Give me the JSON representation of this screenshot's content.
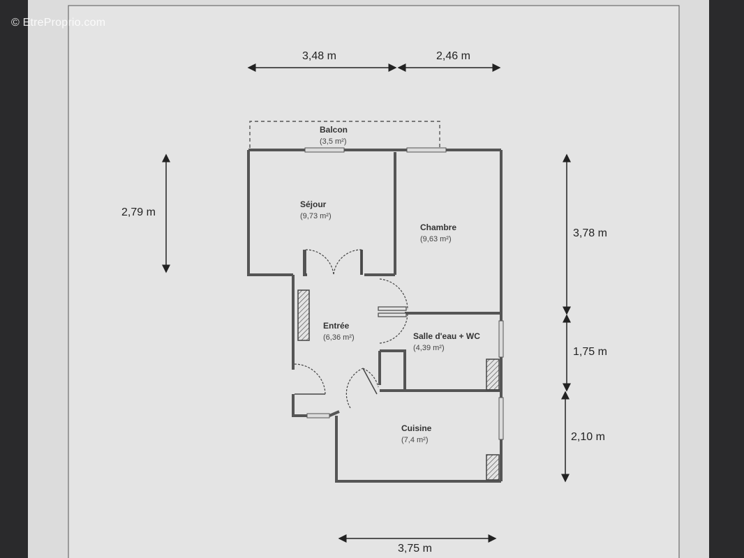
{
  "watermark": "© EtreProprio.com",
  "dimensions": {
    "top_left": "3,48 m",
    "top_right": "2,46 m",
    "left": "2,79 m",
    "right_top": "3,78 m",
    "right_middle": "1,75 m",
    "right_bottom": "2,10 m",
    "bottom": "3,75 m"
  },
  "rooms": {
    "balcon": {
      "name": "Balcon",
      "area": "(3,5 m²)"
    },
    "sejour": {
      "name": "Séjour",
      "area": "(9,73 m²)"
    },
    "chambre": {
      "name": "Chambre",
      "area": "(9,63 m²)"
    },
    "entree": {
      "name": "Entrée",
      "area": "(6,36 m²)"
    },
    "salle_eau": {
      "name": "Salle d'eau + WC",
      "area": "(4,39 m²)"
    },
    "cuisine": {
      "name": "Cuisine",
      "area": "(7,4 m²)"
    }
  },
  "colors": {
    "wall": "#555555",
    "paper": "#e6e6e6",
    "dim_line": "#222222"
  }
}
